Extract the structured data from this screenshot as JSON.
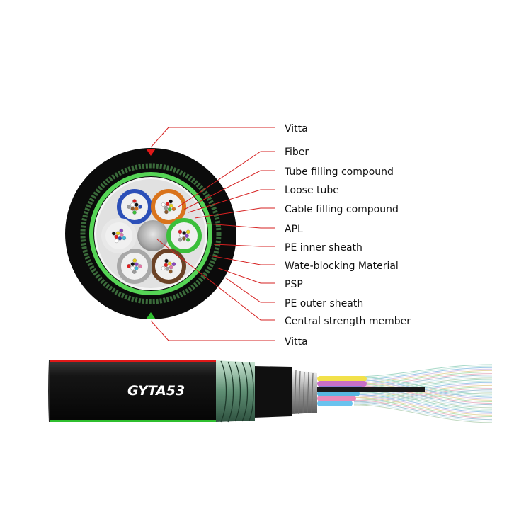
{
  "diagram": {
    "labels": [
      "Vitta",
      "Fiber",
      "Tube filling compound",
      "Loose tube",
      "Cable filling compound",
      "APL",
      "PE inner sheath",
      "Wate-blocking Material",
      "PSP",
      "PE outer sheath",
      "Central strength member",
      "Vitta"
    ],
    "cable_name": "GYTA53",
    "colors": {
      "leader_line": "#d62020",
      "outer_sheath": "#0a0a0a",
      "green_ring": "#4cc84c",
      "vitta_top": "#e01818",
      "vitta_bottom": "#2fbf2f"
    },
    "loose_tubes": [
      {
        "name": "blue-tube",
        "color": "#2b4fb8"
      },
      {
        "name": "orange-tube",
        "color": "#d9741c"
      },
      {
        "name": "green-tube",
        "color": "#3bbf3b"
      },
      {
        "name": "brown-tube",
        "color": "#6b4226"
      },
      {
        "name": "grey-tube",
        "color": "#a8a8a8"
      },
      {
        "name": "white-tube",
        "color": "#e8e8e8"
      }
    ]
  }
}
